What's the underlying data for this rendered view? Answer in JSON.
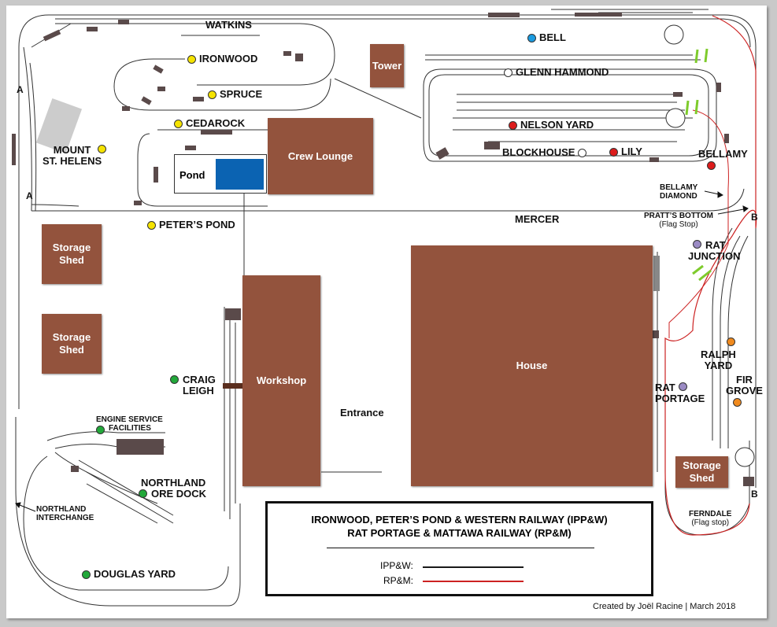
{
  "title_lines": [
    "IRONWOOD, PETER’S POND & WESTERN RAILWAY (IPP&W)",
    "RAT PORTAGE & MATTAWA RAILWAY (RP&M)"
  ],
  "legend": {
    "items": [
      {
        "label": "IPP&W:",
        "color": "#1a1a1a"
      },
      {
        "label": "RP&M:",
        "color": "#cc2222"
      }
    ]
  },
  "credit": "Created by Joël Racine  |  March 2018",
  "colors": {
    "building": "#93533d",
    "pond_water": "#0b63b2",
    "yellow": "#f5e300",
    "blue": "#1a9be0",
    "red": "#dd1c1c",
    "green": "#22a83a",
    "orange": "#f08a1e",
    "purple": "#9b8bc4",
    "white": "#ffffff",
    "ipp_track": "#1a1a1a",
    "rpm_track": "#cc2222",
    "diamond": "#7ecb2c"
  },
  "buildings": {
    "tower": "Tower",
    "crew_lounge": "Crew Lounge",
    "storage_shed_1": "Storage Shed",
    "storage_shed_2": "Storage Shed",
    "storage_shed_3": "Storage Shed",
    "workshop": "Workshop",
    "house": "House"
  },
  "pond": "Pond",
  "entrance": "Entrance",
  "places": {
    "watkins": "WATKINS",
    "mercer": "MERCER",
    "bellamy_diamond": [
      "BELLAMY",
      "DIAMOND"
    ],
    "pratts_bottom": [
      "PRATT’S BOTTOM",
      "(Flag Stop)"
    ],
    "ferndale": [
      "FERNDALE",
      "(Flag stop)"
    ],
    "northland_interchange": [
      "NORTHLAND",
      "INTERCHANGE"
    ],
    "a_top": "A",
    "a_bottom": "A",
    "b_top": "B",
    "b_bottom": "B"
  },
  "stations": {
    "ironwood": {
      "name": "IRONWOOD",
      "dot": "yellow"
    },
    "spruce": {
      "name": "SPRUCE",
      "dot": "yellow"
    },
    "cedarock": {
      "name": "CEDAROCK",
      "dot": "yellow"
    },
    "mount_st_helens": {
      "name": [
        "MOUNT",
        "ST. HELENS"
      ],
      "dot": "yellow"
    },
    "peters_pond": {
      "name": "PETER’S POND",
      "dot": "yellow"
    },
    "bell": {
      "name": "BELL",
      "dot": "blue"
    },
    "glenn_hammond": {
      "name": "GLENN HAMMOND",
      "dot": "white"
    },
    "nelson_yard": {
      "name": "NELSON YARD",
      "dot": "red"
    },
    "blockhouse": {
      "name": "BLOCKHOUSE",
      "dot": "white"
    },
    "lily": {
      "name": "LILY",
      "dot": "red"
    },
    "bellamy": {
      "name": "BELLAMY",
      "dot": "red"
    },
    "rat_junction": {
      "name": [
        "RAT",
        "JUNCTION"
      ],
      "dot": "purple"
    },
    "ralph_yard": {
      "name": [
        "RALPH",
        "YARD"
      ],
      "dot": "orange"
    },
    "fir_grove": {
      "name": [
        "FIR",
        "GROVE"
      ],
      "dot": "orange"
    },
    "rat_portage": {
      "name": [
        "RAT",
        "PORTAGE"
      ],
      "dot": "purple"
    },
    "craig_leigh": {
      "name": [
        "CRAIG",
        "LEIGH"
      ],
      "dot": "green"
    },
    "engine_service": {
      "name": [
        "ENGINE SERVICE",
        "FACILITIES"
      ],
      "dot": "green"
    },
    "northland_ore_dock": {
      "name": [
        "NORTHLAND",
        "ORE DOCK"
      ],
      "dot": "green"
    },
    "douglas_yard": {
      "name": "DOUGLAS YARD",
      "dot": "green"
    }
  }
}
